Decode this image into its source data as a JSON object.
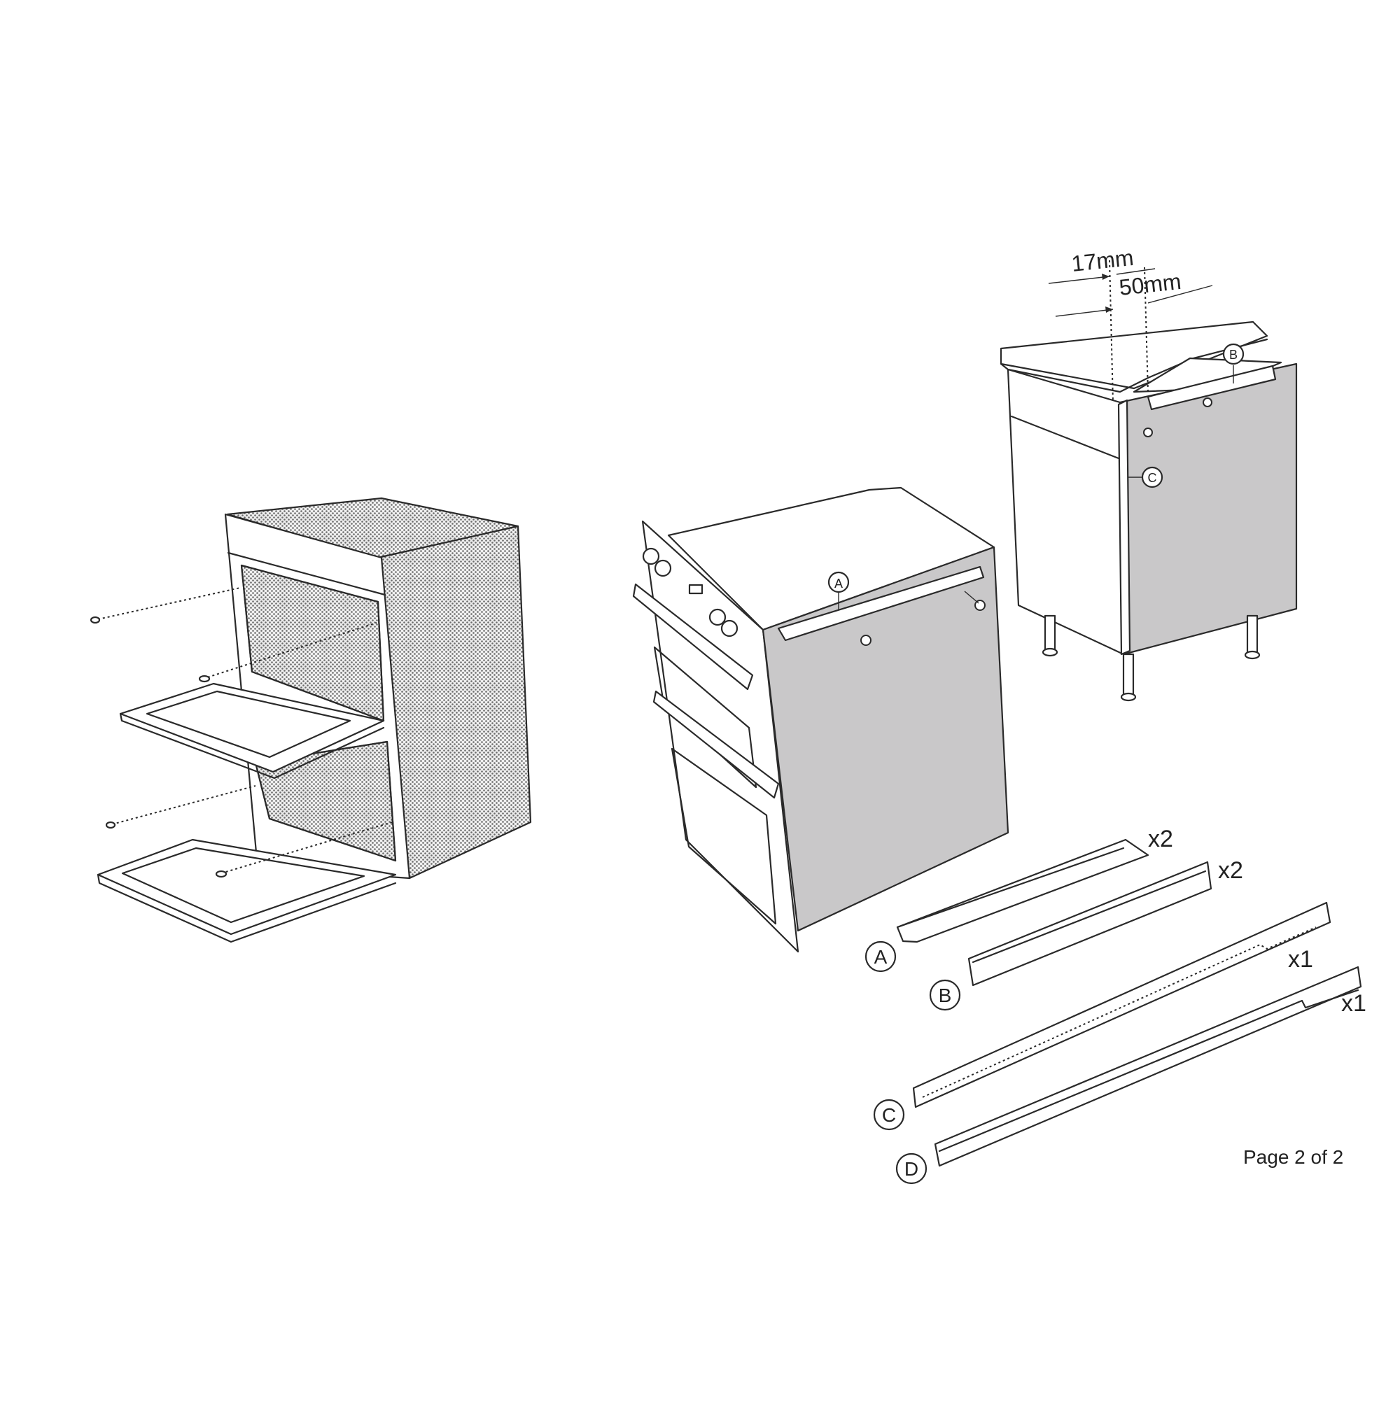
{
  "dimensions": {
    "gap_17": "17mm",
    "gap_50": "50mm"
  },
  "callouts": {
    "a": "A",
    "b": "B",
    "c": "C"
  },
  "parts": [
    {
      "label": "A",
      "qty": "x2"
    },
    {
      "label": "B",
      "qty": "x2"
    },
    {
      "label": "C",
      "qty": "x1"
    },
    {
      "label": "D",
      "qty": "x1"
    }
  ],
  "page": {
    "number": "Page 2 of 2"
  }
}
